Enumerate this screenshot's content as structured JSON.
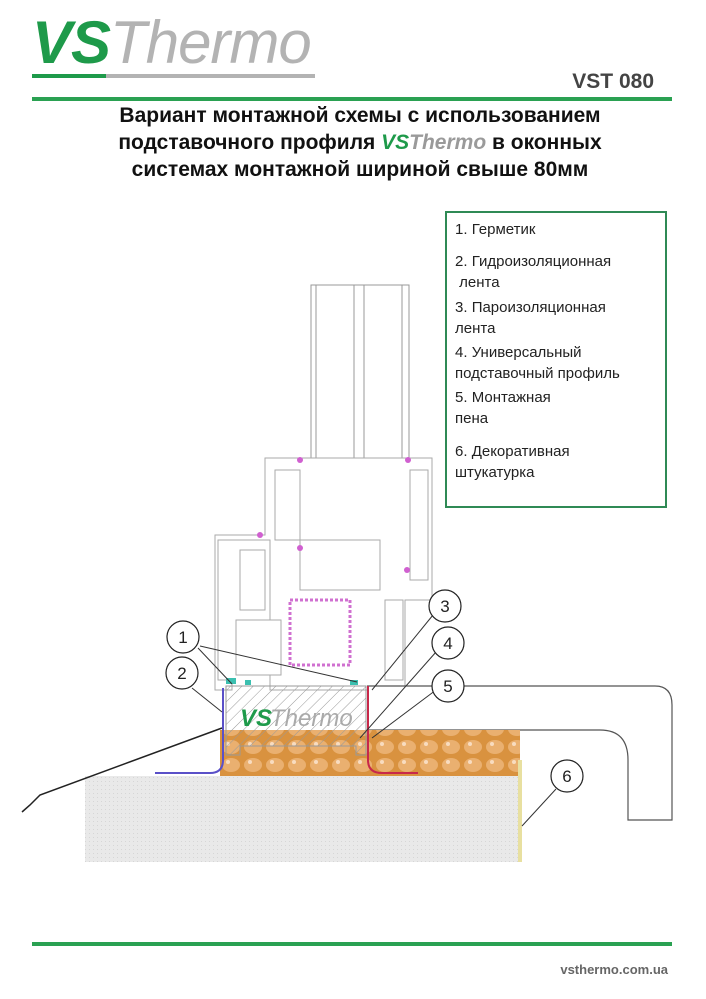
{
  "logo": {
    "vs": "VS",
    "thermo": "Thermo"
  },
  "doc_code": "VST 080",
  "title": {
    "line1": "Вариант монтажной схемы с использованием",
    "line2_before": "подставочного профиля ",
    "line2_vs": "VS",
    "line2_thermo": "Thermo",
    "line2_after": " в оконных",
    "line3": "системах монтажной шириной свыше 80мм"
  },
  "legend": [
    {
      "num": "1.",
      "text": "Герметик"
    },
    {
      "num": "2.",
      "text": "Гидроизоляционная",
      "text2": "лента"
    },
    {
      "num": "3.",
      "text": "Пароизоляционная",
      "text2": "лента"
    },
    {
      "num": "4.",
      "text": "Универсальный",
      "text2": "подставочный профиль"
    },
    {
      "num": "5.",
      "text": "Монтажная",
      "text2": "пена"
    },
    {
      "num": "6.",
      "text": "Декоративная",
      "text2": "штукатурка"
    }
  ],
  "callouts": [
    "1",
    "2",
    "3",
    "4",
    "5",
    "6"
  ],
  "profile_logo": {
    "vs": "VS",
    "thermo": "Thermo"
  },
  "website": "vsthermo.com.ua",
  "colors": {
    "brand_green": "#1e9a4a",
    "brand_gray": "#b3b3b3",
    "line_green": "#2aa152",
    "foam": "#e0a060",
    "wall": "#e8e8e8",
    "waterproof_tape": "#5a50c8",
    "vapor_tape": "#c8284a",
    "sealant": "#3cc0b0"
  }
}
